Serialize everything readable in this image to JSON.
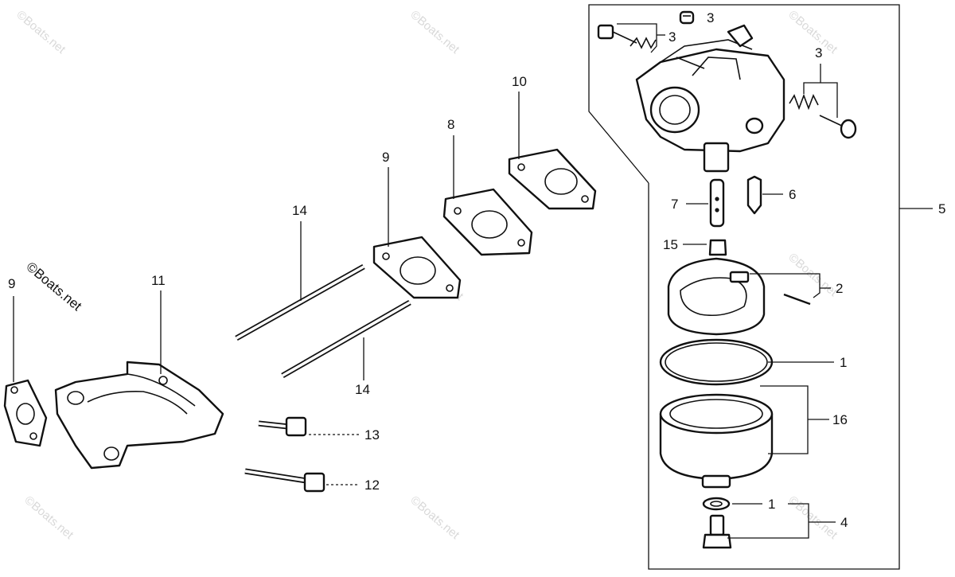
{
  "watermark": "©Boats.net",
  "callouts": {
    "c1a": "1",
    "c1b": "1",
    "c2": "2",
    "c3a": "3",
    "c3b": "3",
    "c3c": "3",
    "c4": "4",
    "c5": "5",
    "c6": "6",
    "c7": "7",
    "c8": "8",
    "c9a": "9",
    "c9b": "9",
    "c10": "10",
    "c11": "11",
    "c12": "12",
    "c13": "13",
    "c14a": "14",
    "c14b": "14",
    "c15": "15",
    "c16": "16"
  },
  "colors": {
    "ink": "#111111",
    "watermark": "#d9d9d9",
    "background": "#ffffff"
  }
}
